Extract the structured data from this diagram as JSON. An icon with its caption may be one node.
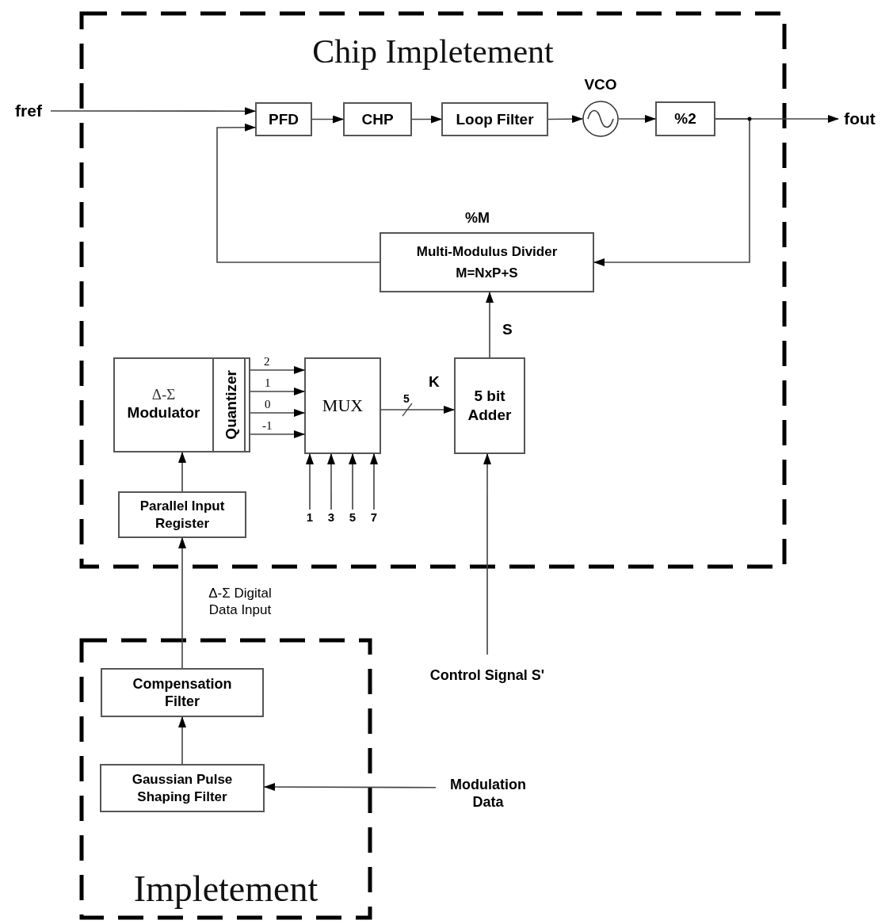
{
  "diagram": {
    "nodes": [
      {
        "text": [
          "Chip Impletement"
        ]
      },
      {
        "text": [
          "fref"
        ]
      },
      {
        "text": [
          "PFD"
        ],
        "in": 0
      },
      {
        "text": [
          "CHP"
        ],
        "in": 0
      },
      {
        "text": [
          "Loop Filter"
        ],
        "in": 0
      },
      {
        "text": [
          "VCO"
        ],
        "in": 0
      },
      {
        "text": [
          "%2"
        ],
        "in": 0
      },
      {
        "text": [
          "fout"
        ]
      },
      {
        "text": [
          "%M",
          "Multi-Modulus Divider M=NxP+S"
        ],
        "in": 0
      },
      {
        "text": [
          "Δ-Σ",
          "Modulator"
        ],
        "in": 0
      },
      {
        "text": [
          "Quantizer"
        ],
        "in": 9
      },
      {
        "text": [
          "MUX"
        ],
        "in": 0
      },
      {
        "text": [
          "5 bit Adder"
        ],
        "in": 0
      },
      {
        "text": [
          "Parallel Input Register"
        ],
        "in": 0
      },
      {
        "text": [
          "1"
        ],
        "in": 0
      },
      {
        "text": [
          "3"
        ],
        "in": 0
      },
      {
        "text": [
          "5"
        ],
        "in": 0
      },
      {
        "text": [
          "7"
        ],
        "in": 0
      },
      {
        "text": [
          "Control Signal S'"
        ]
      },
      {
        "text": [
          "Impletement"
        ]
      },
      {
        "text": [
          "Compensation Filter"
        ],
        "in": 19
      },
      {
        "text": [
          "Gaussian Pulse Shaping Filter"
        ],
        "in": 19
      },
      {
        "text": [
          "Modulation Data"
        ]
      }
    ],
    "edges": [
      {
        "from": 1,
        "to": 2,
        "arrow": "to"
      },
      {
        "from": 8,
        "to": 2,
        "arrow": "to"
      },
      {
        "from": 2,
        "to": 3,
        "arrow": "to"
      },
      {
        "from": 3,
        "to": 4,
        "arrow": "to"
      },
      {
        "from": 4,
        "to": 5,
        "arrow": "to"
      },
      {
        "from": 5,
        "to": 6,
        "arrow": "to"
      },
      {
        "from": 6,
        "to": 7,
        "arrow": "to"
      },
      {
        "from": 6,
        "to": 8,
        "arrow": "to"
      },
      {
        "from": 12,
        "to": 8,
        "arrow": "to",
        "label": "S"
      },
      {
        "from": 10,
        "to": 11,
        "arrow": "to",
        "label": "2"
      },
      {
        "from": 10,
        "to": 11,
        "arrow": "to",
        "label": "1"
      },
      {
        "from": 10,
        "to": 11,
        "arrow": "to",
        "label": "0"
      },
      {
        "from": 10,
        "to": 11,
        "arrow": "to",
        "label": "-1"
      },
      {
        "from": 11,
        "to": 12,
        "arrow": "to",
        "label": "5"
      },
      {
        "from": 14,
        "to": 11,
        "arrow": "to"
      },
      {
        "from": 15,
        "to": 11,
        "arrow": "to"
      },
      {
        "from": 16,
        "to": 11,
        "arrow": "to"
      },
      {
        "from": 17,
        "to": 11,
        "arrow": "to"
      },
      {
        "from": 13,
        "to": 9,
        "arrow": "to"
      },
      {
        "from": 20,
        "to": 13,
        "arrow": "to",
        "label": "Δ-Σ Digital Data Input"
      },
      {
        "from": 21,
        "to": 20,
        "arrow": "to"
      },
      {
        "from": 22,
        "to": 21,
        "arrow": "to"
      },
      {
        "from": 18,
        "to": 12,
        "arrow": "to"
      }
    ],
    "labels": [
      "K"
    ]
  }
}
